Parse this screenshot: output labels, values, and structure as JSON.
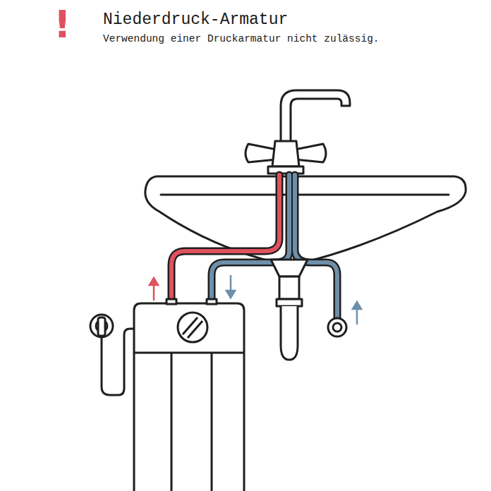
{
  "diagram": {
    "title": "Niederdruck-Armatur",
    "labels": [
      "!",
      "Verwendung einer Druckarmatur nicht zulässig."
    ]
  }
}
